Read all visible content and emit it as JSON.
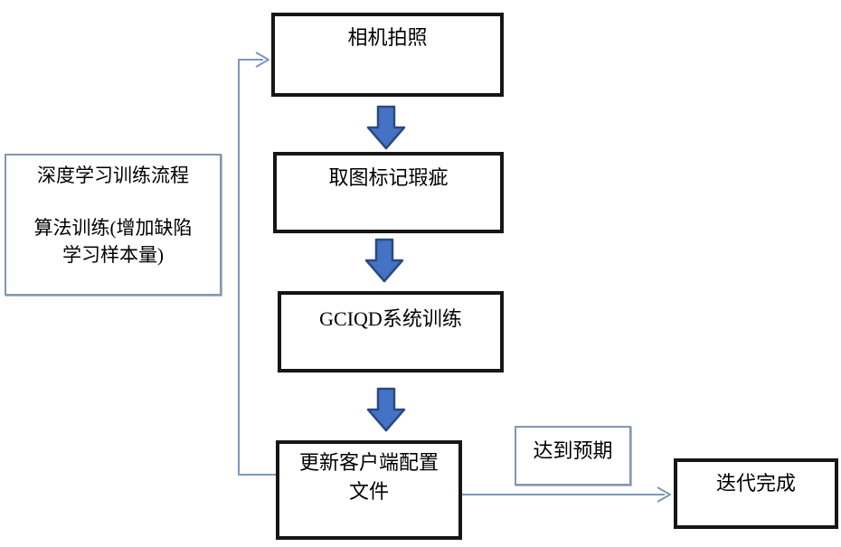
{
  "note_box": {
    "title": "深度学习训练流程",
    "body": "算法训练(增加缺陷\n学习样本量)"
  },
  "flow": {
    "step_camera": "相机拍照",
    "step_mark": "取图标记瑕疵",
    "step_train": "GCIQD系统训练",
    "step_update": "更新客户端配置\n文件",
    "condition_label": "达到预期",
    "result": "迭代完成"
  },
  "colors": {
    "process_box_border": "#161616",
    "note_box_border": "#8496B0",
    "block_arrow_fill": "#4472C4",
    "block_arrow_stroke": "#2A4A80",
    "connector": "#7E96BE"
  }
}
